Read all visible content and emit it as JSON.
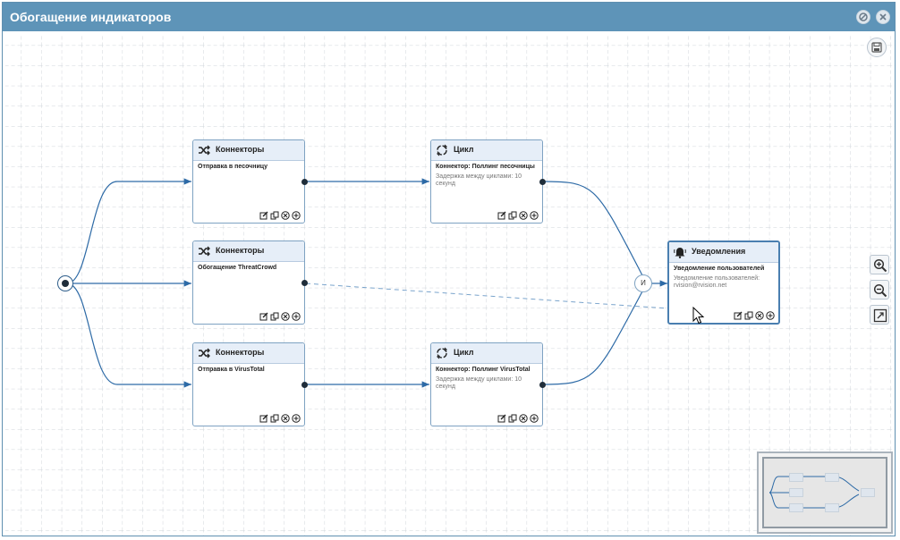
{
  "window": {
    "title": "Обогащение индикаторов"
  },
  "colors": {
    "titlebar": "#5e94b8",
    "edge": "#2d6aa6",
    "node_head": "#e6eef8"
  },
  "nodes": {
    "conn1": {
      "header": "Коннекторы",
      "title": "Отправка в песочницу",
      "desc": "",
      "icon": "shuffle-icon"
    },
    "conn2": {
      "header": "Коннекторы",
      "title": "Обогащение ThreatCrowd",
      "desc": "",
      "icon": "shuffle-icon"
    },
    "conn3": {
      "header": "Коннекторы",
      "title": "Отправка в VirusTotal",
      "desc": "",
      "icon": "shuffle-icon"
    },
    "loop1": {
      "header": "Цикл",
      "title": "Коннектор: Поллинг песочницы",
      "desc": "Задержка между циклами: 10 секунд",
      "icon": "loop-icon"
    },
    "loop2": {
      "header": "Цикл",
      "title": "Коннектор: Поллинг VirusTotal",
      "desc": "Задержка между циклами: 10 секунд",
      "icon": "loop-icon"
    },
    "notify": {
      "header": "Уведомления",
      "title": "Уведомление пользователей",
      "desc": "Уведомление пользователей: rvision@rvision.net",
      "icon": "bell-icon"
    }
  },
  "gate": {
    "label": "И"
  },
  "icons": {
    "edit": "edit-icon",
    "copy": "copy-icon",
    "delete": "delete-icon",
    "add": "add-icon",
    "zoom_in": "zoom-in-icon",
    "zoom_out": "zoom-out-icon",
    "fit": "fit-screen-icon",
    "save": "save-icon"
  }
}
